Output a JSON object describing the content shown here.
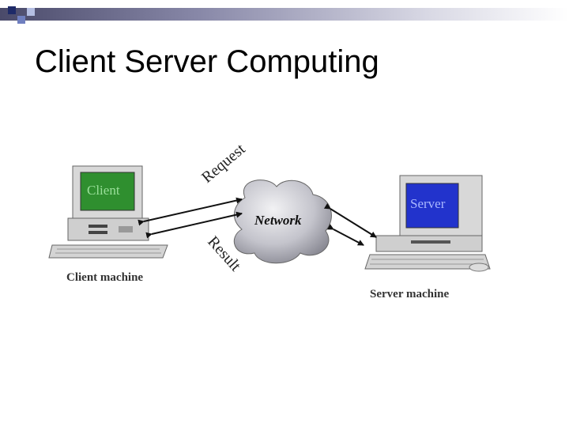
{
  "slide": {
    "title": "Client Server Computing"
  },
  "diagram": {
    "client_screen_text": "Client",
    "client_caption": "Client machine",
    "server_screen_text": "Server",
    "server_caption": "Server machine",
    "network_label": "Network",
    "request_label": "Request",
    "result_label": "Result"
  },
  "colors": {
    "client_screen": "#2f8f2f",
    "server_screen": "#2233cc",
    "cloud": "#bdbdc4"
  }
}
